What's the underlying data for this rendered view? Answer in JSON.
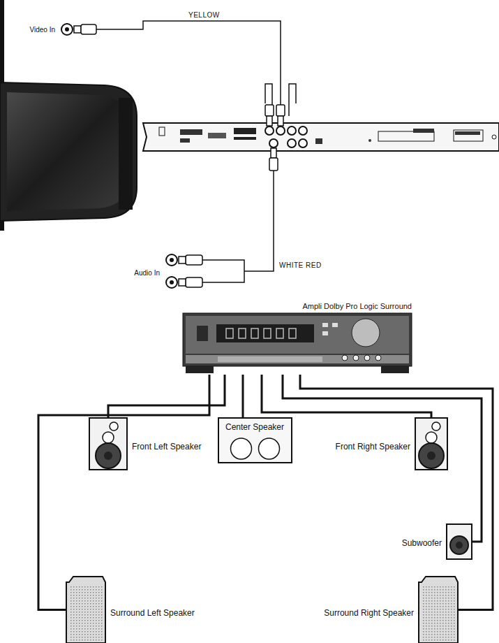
{
  "diagram": {
    "nodes": [
      {
        "text": [
          "Video In"
        ]
      },
      {
        "text": [
          "Audio In"
        ]
      },
      {
        "text": [
          "Ampli Dolby Pro Logic Surround"
        ]
      },
      {
        "text": [
          "Front Left Speaker"
        ]
      },
      {
        "text": [
          "Center Speaker"
        ]
      },
      {
        "text": [
          "Front Right Speaker"
        ]
      },
      {
        "text": [
          "Subwoofer"
        ]
      },
      {
        "text": [
          "Surround Left Speaker"
        ]
      },
      {
        "text": [
          "Surround Right Speaker"
        ]
      }
    ],
    "edges": [
      {
        "from": 2,
        "to": 3,
        "arrow": "none"
      },
      {
        "from": 2,
        "to": 4,
        "arrow": "none"
      },
      {
        "from": 2,
        "to": 5,
        "arrow": "none"
      },
      {
        "from": 2,
        "to": 6,
        "arrow": "none"
      },
      {
        "from": 2,
        "to": 7,
        "arrow": "none"
      },
      {
        "from": 2,
        "to": 8,
        "arrow": "none"
      }
    ],
    "labels": [
      "YELLOW",
      "WHITE RED"
    ]
  }
}
